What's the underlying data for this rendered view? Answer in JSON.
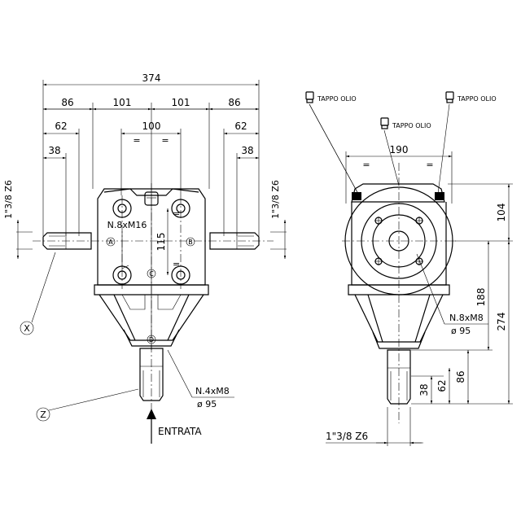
{
  "front_view": {
    "dims": {
      "overall_width": "374",
      "side_left": "86",
      "inner_left": "101",
      "inner_right": "101",
      "side_right": "86",
      "center_span": "100",
      "shaft_left_62": "62",
      "shaft_right_62": "62",
      "shaft_left_38": "38",
      "shaft_right_38": "38",
      "vertical_115": "115",
      "equal_sign": "="
    },
    "shaft_spec_left": "1\"3/8  Z6",
    "shaft_spec_right": "1\"3/8  Z6",
    "bolt_pattern": "N.8xM16",
    "flange_bolts": "N.4xM8",
    "flange_diameter": "ø 95",
    "input_label": "ENTRATA",
    "markers": {
      "a": "A",
      "b": "B",
      "c": "C",
      "d": "D",
      "x": "X",
      "z": "Z"
    }
  },
  "side_view": {
    "oil_plug_label_1": "TAPPO OLIO",
    "oil_plug_label_2": "TAPPO OLIO",
    "oil_plug_label_3": "TAPPO OLIO",
    "dims": {
      "width_190": "190",
      "height_104": "104",
      "height_188": "188",
      "height_274": "274",
      "height_86": "86",
      "height_62": "62",
      "height_38": "38",
      "equal_sign": "="
    },
    "bolt_pattern": "N.8xM8",
    "flange_diameter": "ø 95",
    "shaft_spec": "1\"3/8  Z6"
  }
}
